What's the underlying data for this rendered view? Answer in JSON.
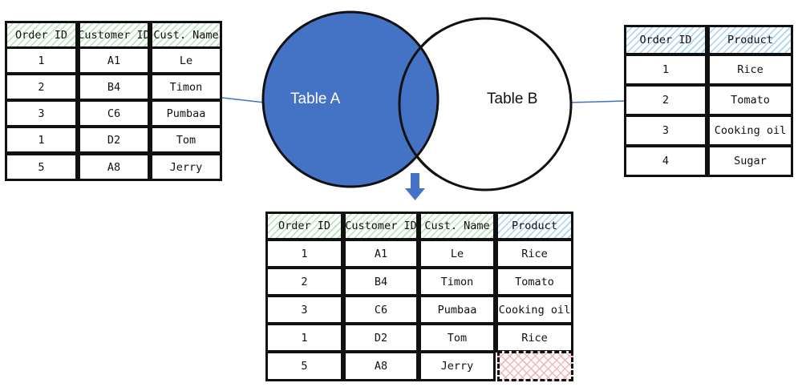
{
  "table_a": {
    "headers": [
      "Order ID",
      "Customer ID",
      "Cust. Name"
    ],
    "rows": [
      [
        "1",
        "A1",
        "Le"
      ],
      [
        "2",
        "B4",
        "Timon"
      ],
      [
        "3",
        "C6",
        "Pumbaa"
      ],
      [
        "1",
        "D2",
        "Tom"
      ],
      [
        "5",
        "A8",
        "Jerry"
      ]
    ]
  },
  "table_b": {
    "headers": [
      "Order ID",
      "Product"
    ],
    "rows": [
      [
        "1",
        "Rice"
      ],
      [
        "2",
        "Tomato"
      ],
      [
        "3",
        "Cooking oil"
      ],
      [
        "4",
        "Sugar"
      ]
    ]
  },
  "venn": {
    "label_a": "Table A",
    "label_b": "Table B",
    "fill_a": "#4472c4",
    "fill_b": "#ffffff"
  },
  "result": {
    "headers": [
      "Order ID",
      "Customer ID",
      "Cust. Name",
      "Product"
    ],
    "rows": [
      [
        "1",
        "A1",
        "Le",
        "Rice"
      ],
      [
        "2",
        "B4",
        "Timon",
        "Tomato"
      ],
      [
        "3",
        "C6",
        "Pumbaa",
        "Cooking oil"
      ],
      [
        "1",
        "D2",
        "Tom",
        "Rice"
      ],
      [
        "5",
        "A8",
        "Jerry",
        ""
      ]
    ]
  },
  "colors": {
    "header_a": "#bfe6c0",
    "header_b": "#b4d8f2",
    "null_hatch": "#f4b6bb",
    "arrow": "#4472c4",
    "connector": "#4472c4"
  }
}
